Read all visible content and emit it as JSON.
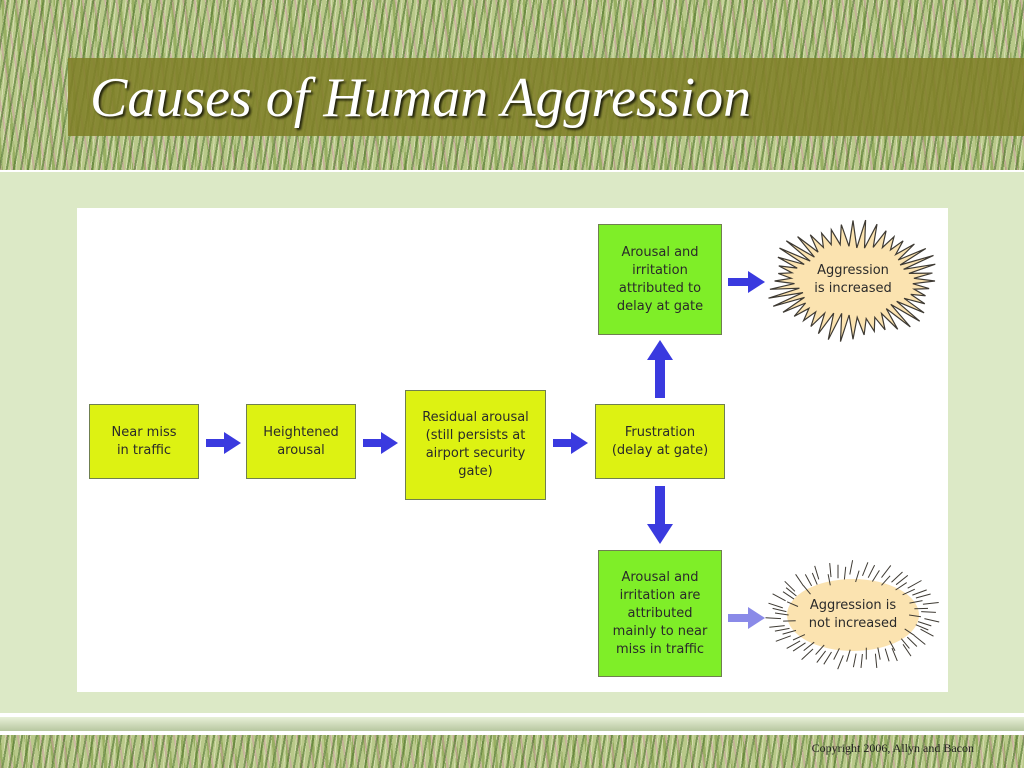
{
  "slide": {
    "title": "Causes of Human Aggression",
    "copyright": "Copyright 2006, Allyn and Bacon"
  },
  "diagram": {
    "boxes": {
      "near_miss": "Near miss\nin traffic",
      "heightened": "Heightened\narousal",
      "residual": "Residual arousal\n(still persists at\nairport security\ngate)",
      "frustration": "Frustration\n(delay at gate)",
      "attributed_gate": "Arousal and\nirritation\nattributed to\ndelay at gate",
      "attributed_traffic": "Arousal and\nirritation are\nattributed\nmainly to near\nmiss in traffic"
    },
    "outcomes": {
      "increased": "Aggression\nis increased",
      "not_increased": "Aggression is\nnot increased"
    }
  },
  "colors": {
    "yellow_box": "#ddf212",
    "green_box": "#7fee28",
    "arrow": "#3a3adf",
    "arrow_faded": "#8a8ae8",
    "burst_fill": "#fbe3b0",
    "background": "#dce9c6",
    "title_bar": "#808028"
  }
}
